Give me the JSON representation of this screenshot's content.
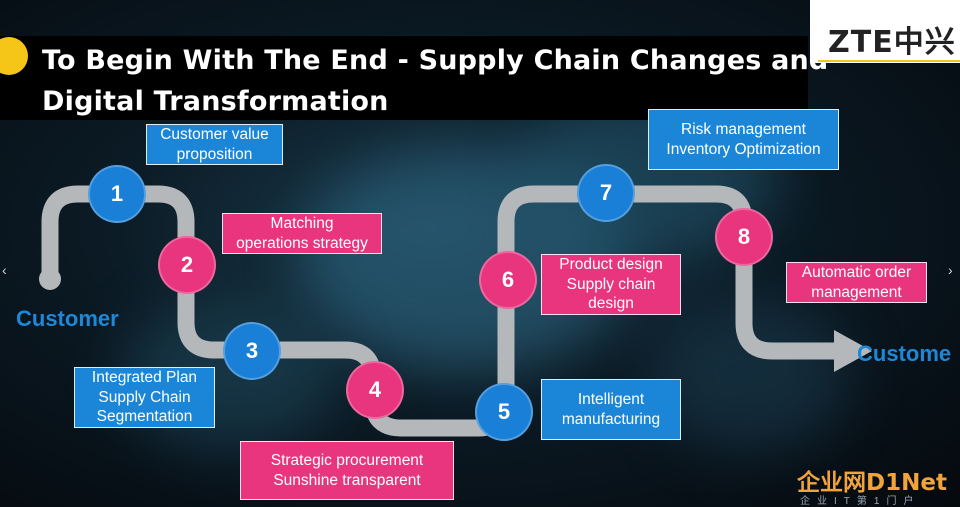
{
  "title": {
    "line1": "To Begin With The End - Supply Chain Changes and",
    "line2": "Digital Transformation"
  },
  "logo": {
    "text": "ZTE中兴"
  },
  "endpoints": {
    "start": "Customer",
    "end": "Custome"
  },
  "steps": [
    {
      "number": "1",
      "color": "blue",
      "label_line1": "Customer value",
      "label_line2": "proposition",
      "label_line3": ""
    },
    {
      "number": "2",
      "color": "pink",
      "label_line1": "Matching",
      "label_line2": "operations strategy",
      "label_line3": ""
    },
    {
      "number": "3",
      "color": "blue",
      "label_line1": "Integrated Plan",
      "label_line2": "Supply Chain",
      "label_line3": "Segmentation"
    },
    {
      "number": "4",
      "color": "pink",
      "label_line1": "Strategic procurement",
      "label_line2": "Sunshine transparent",
      "label_line3": ""
    },
    {
      "number": "5",
      "color": "blue",
      "label_line1": "Intelligent",
      "label_line2": "manufacturing",
      "label_line3": ""
    },
    {
      "number": "6",
      "color": "pink",
      "label_line1": "Product design",
      "label_line2": "Supply chain",
      "label_line3": "design"
    },
    {
      "number": "7",
      "color": "blue",
      "label_line1": "Risk management",
      "label_line2": "Inventory Optimization",
      "label_line3": ""
    },
    {
      "number": "8",
      "color": "pink",
      "label_line1": "Automatic order",
      "label_line2": "management",
      "label_line3": ""
    }
  ],
  "colors": {
    "blue": "#1a7fd6",
    "pink": "#e8357e",
    "path": "#b4b8bb",
    "accent": "#f5c518"
  },
  "nav": {
    "prev_icon": "chevron-left-icon",
    "next_icon": "chevron-right-icon"
  },
  "watermark": {
    "main": "企业网D1Net",
    "sub": "企业IT第1门户"
  }
}
